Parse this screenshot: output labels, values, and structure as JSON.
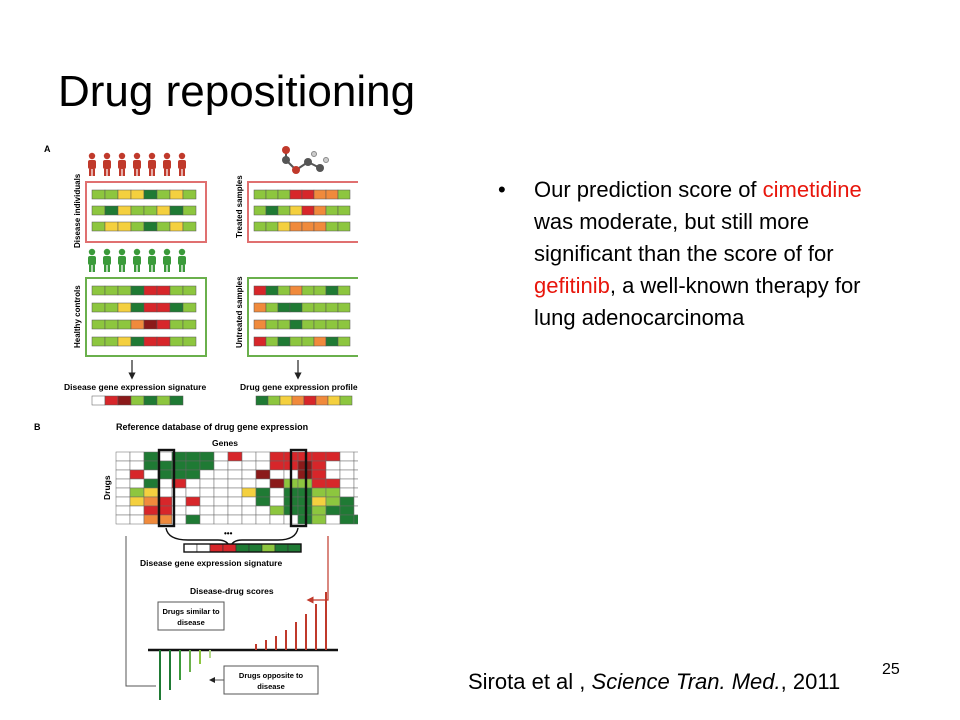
{
  "slide": {
    "title": "Drug repositioning",
    "page_number": "25"
  },
  "bullet": {
    "dot": "•",
    "text_1": "Our prediction score of ",
    "drug_1": "cimetidine",
    "text_2": " was moderate, but still more significant than the score of for ",
    "drug_2": "gefitinib",
    "text_3": ", a well-known therapy for lung adenocarcinoma"
  },
  "citation": {
    "authors": "Sirota et al , ",
    "journal": "Science Tran. Med.",
    "year": ", 2011"
  },
  "figure": {
    "panel_a_label": "A",
    "panel_b_label": "B",
    "disease_individuals": "Disease individuals",
    "healthy_controls": "Healthy controls",
    "treated_samples": "Treated samples",
    "untreated_samples": "Untreated samples",
    "disease_signature_label": "Disease gene expression signature",
    "drug_profile_label": "Drug gene expression profile",
    "reference_db_label": "Reference database of drug gene expression",
    "genes_label": "Genes",
    "drugs_label": "Drugs",
    "ellipsis": "•••",
    "signature_label_b": "Disease gene expression signature",
    "scores_label": "Disease-drug scores",
    "similar_line1": "Drugs similar to",
    "similar_line2": "disease",
    "opposite_line1": "Drugs opposite to",
    "opposite_line2": "disease"
  },
  "colors": {
    "red_highlight": "#e8160c",
    "disease_frame": "#e07070",
    "healthy_frame": "#6ab04c",
    "people_red": "#c0392b",
    "people_green": "#3a9a3a",
    "cell_green_light": "#8dc63f",
    "cell_green_dark": "#1f7a34",
    "cell_yellow": "#f4d03f",
    "cell_orange": "#f08a3c",
    "cell_red": "#d7262a",
    "cell_dark_red": "#8b1a1a"
  },
  "icons": [
    "person-icon",
    "molecule-icon",
    "arrow-down-icon"
  ]
}
